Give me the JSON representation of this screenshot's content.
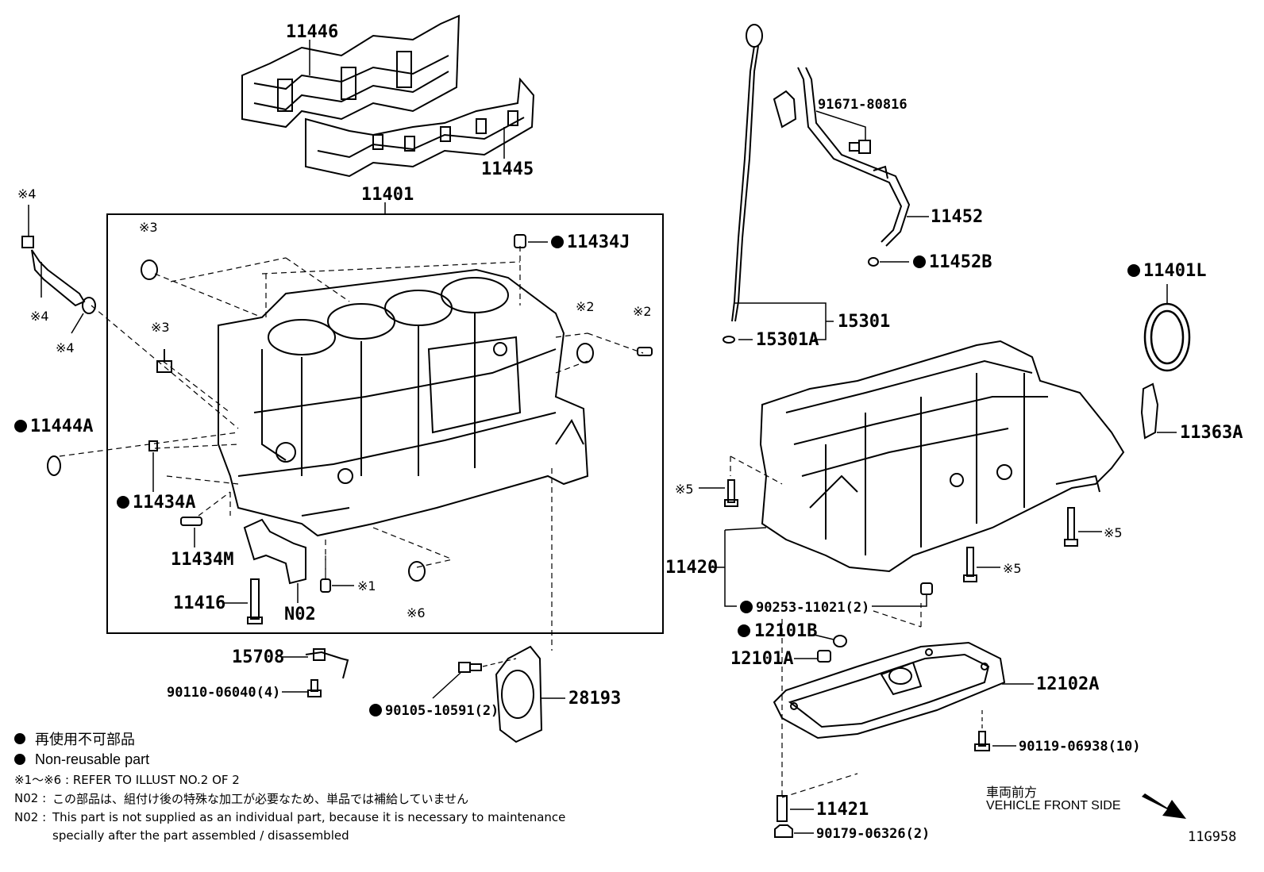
{
  "parts": {
    "p11446": "11446",
    "p11445": "11445",
    "p11401": "11401",
    "p11434J": "11434J",
    "p11444A": "11444A",
    "p11434A": "11434A",
    "p11434M": "11434M",
    "p11416": "11416",
    "pN02": "N02",
    "p15708": "15708",
    "p90110": "90110-06040(4)",
    "p90105": "90105-10591(2)",
    "p28193": "28193",
    "p91671": "91671-80816",
    "p11452": "11452",
    "p11452B": "11452B",
    "p15301": "15301",
    "p15301A": "15301A",
    "p11401L": "11401L",
    "p11363A": "11363A",
    "p11420": "11420",
    "p90253": "90253-11021(2)",
    "p12101B": "12101B",
    "p12101A": "12101A",
    "p12102A": "12102A",
    "p90119": "90119-06938(10)",
    "p11421": "11421",
    "p90179": "90179-06326(2)"
  },
  "refs": {
    "r1": "※1",
    "r2": "※2",
    "r3": "※3",
    "r4": "※4",
    "r5": "※5",
    "r6": "※6"
  },
  "legend": {
    "jp": "再使用不可部品",
    "en": "Non-reusable part",
    "refer": "※1～※6 : REFER TO ILLUST NO.2 OF 2",
    "n02_label": "N02 :",
    "n02_jp": "この部品は、組付け後の特殊な加工が必要なため、単品では補給していません",
    "n02_en1": "This part is not supplied as an individual part, because it is necessary to maintenance",
    "n02_en2": "specially after the part assembled / disassembled"
  },
  "front": {
    "jp": "車両前方",
    "en": "VEHICLE FRONT SIDE"
  },
  "figure_id": "11G958"
}
